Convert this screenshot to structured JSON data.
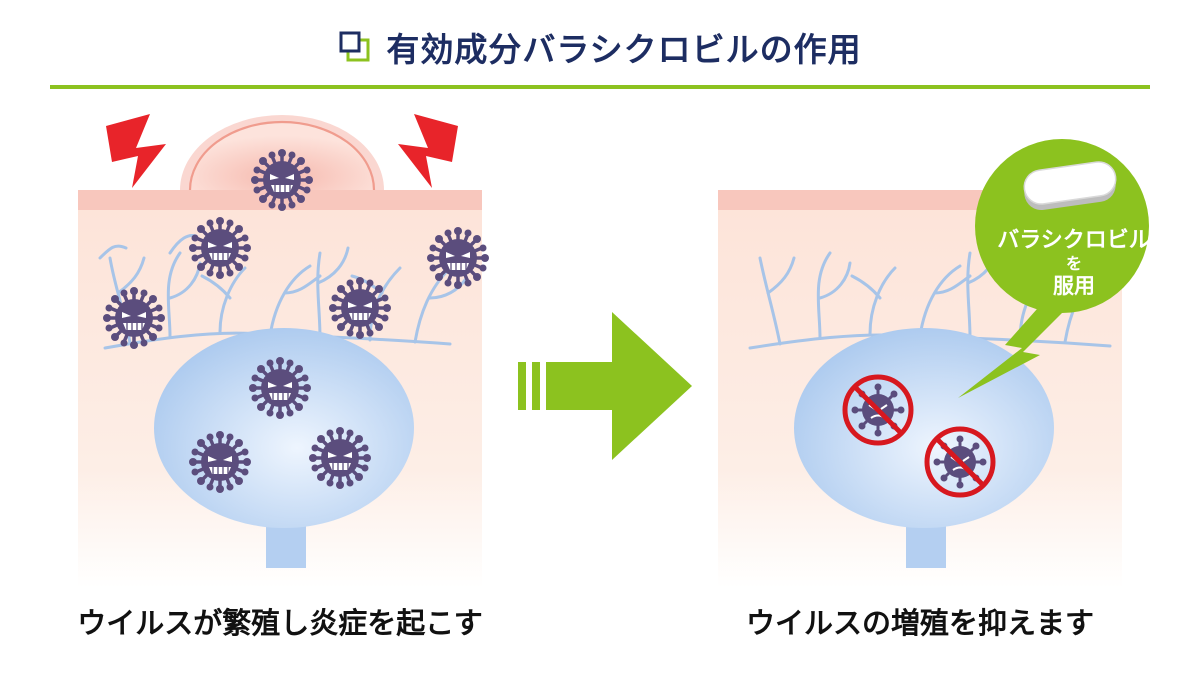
{
  "title": "有効成分バラシクロビルの作用",
  "left_caption": "ウイルスが繁殖し炎症を起こす",
  "right_caption": "ウイルスの増殖を抑えます",
  "badge": {
    "line1": "バラシクロビル",
    "line2": "を",
    "line3": "服用"
  },
  "colors": {
    "title_text": "#1d2d62",
    "accent_green": "#8cc21f",
    "skin_top": "#f7c6bd",
    "skin_body": "#fde6dc",
    "follicle_blue": "#b9d3f2",
    "vein_blue": "#9fc0e6",
    "virus_purple": "#5b4d7d",
    "lightning_red": "#e8242a",
    "inhibit_red": "#d7181f"
  },
  "icons": [
    "checkbox-icon",
    "lightning-icon",
    "virus-icon",
    "pill-icon",
    "arrow-right-icon",
    "no-symbol-icon"
  ]
}
